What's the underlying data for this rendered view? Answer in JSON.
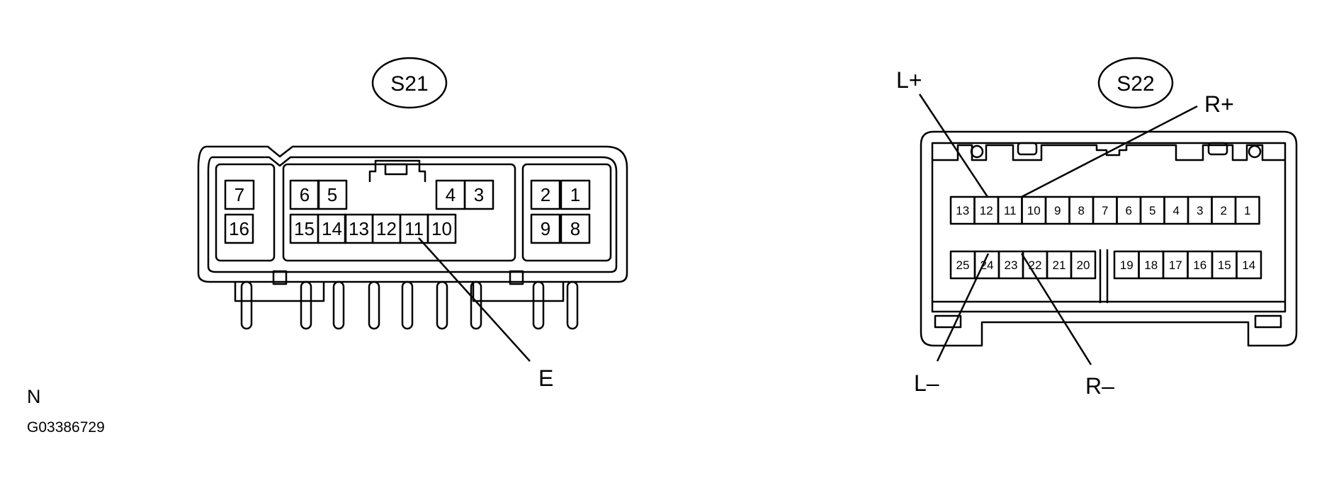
{
  "connectors": {
    "s21": {
      "label": "S21",
      "top_row": [
        "7",
        "6",
        "5",
        "4",
        "3",
        "2",
        "1"
      ],
      "bottom_row": [
        "16",
        "15",
        "14",
        "13",
        "12",
        "11",
        "10",
        "9",
        "8"
      ],
      "signals": {
        "e": "E"
      }
    },
    "s22": {
      "label": "S22",
      "top_row": [
        "13",
        "12",
        "11",
        "10",
        "9",
        "8",
        "7",
        "6",
        "5",
        "4",
        "3",
        "2",
        "1"
      ],
      "bottom_left": [
        "25",
        "24",
        "23",
        "22",
        "21",
        "20"
      ],
      "bottom_right": [
        "19",
        "18",
        "17",
        "16",
        "15",
        "14"
      ],
      "signals": {
        "l_plus": "L+",
        "r_plus": "R+",
        "l_minus": "L–",
        "r_minus": "R–"
      }
    }
  },
  "footer": {
    "letter": "N",
    "code": "G03386729"
  }
}
